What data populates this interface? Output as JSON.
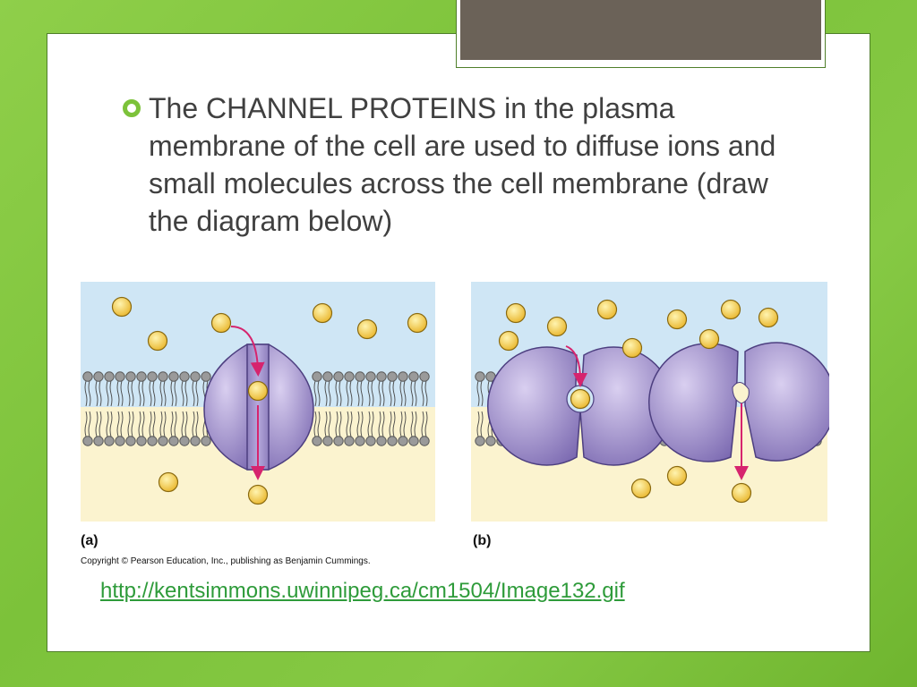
{
  "bullet_text": "The CHANNEL PROTEINS in the plasma membrane of the cell are used to diffuse ions and small molecules across the cell membrane (draw the diagram below)",
  "figure": {
    "label_a": "(a)",
    "label_b": "(b)",
    "copyright": "Copyright © Pearson Education, Inc., publishing as Benjamin Cummings."
  },
  "link": "http://kentsimmons.uwinnipeg.ca/cm1504/Image132.gif",
  "colors": {
    "extracellular": "#cfe6f5",
    "cytoplasm": "#fbf3cf",
    "protein": "#9b8cc4",
    "molecule": "#f2c94c",
    "arrow": "#d6246e",
    "accent_green": "#7cc23a"
  }
}
